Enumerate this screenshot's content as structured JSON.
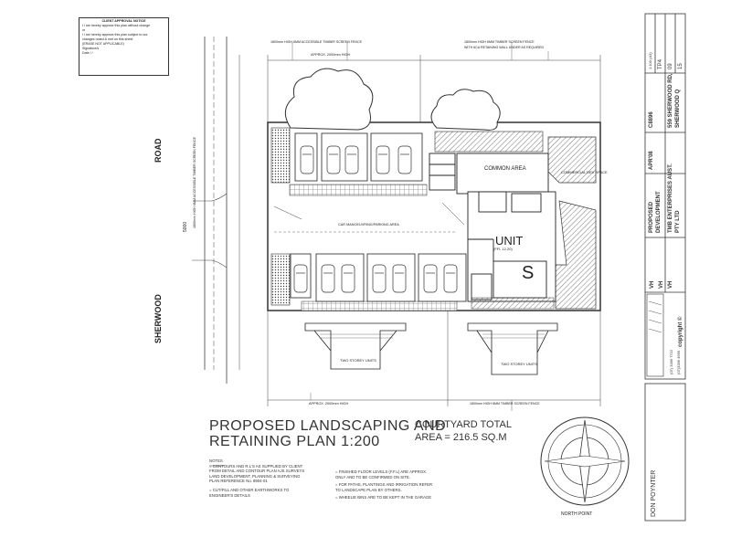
{
  "approval_notice": {
    "title": "CLIENT APPROVAL NOTICE",
    "line1": "I / we hereby approve this plan without change",
    "line1b": "or",
    "line2": "I / we hereby approve this plan subject to our",
    "line3": "changes noted & met on this sheet",
    "line4": "(ERASE NOT APPLICABLE)",
    "signature": "Signature/s",
    "date": "Date  /  /"
  },
  "road_labels": {
    "road": "ROAD",
    "sherwood": "SHERWOOD"
  },
  "units": {
    "unit_label": "UNIT",
    "unit_sub": "(FFL 12.20)",
    "s_label": "S"
  },
  "area_labels": {
    "common_area": "COMMON AREA",
    "commercial_space": "COMMERCIAL DEV SPACE",
    "two_storey_a": "TWO STOREY UNITS",
    "two_storey_b": "TWO STOREY UNITS"
  },
  "annotations": {
    "top_dim": "APPROX. 2000mm HIGH",
    "top_fence_a": "1800mm HIGH 6MM ACCESSIBLE TIMBER SCREEN FENCE",
    "top_fence_b": "1800mm HIGH 6MM TIMBER SCREEN FENCE",
    "top_fence_c": "WITH 6CA RETAINING WALL UNDER AS REQUIRED",
    "bottom_dim": "APPROX. 2000mm HIGH",
    "bottom_fence": "1800mm HIGH 6MM TIMBER SCREEN FENCE",
    "left_fence": "1800mm HIGH 6MM ACCESSIBLE TIMBER SCREEN FENCE",
    "driveway": "CAR MANOEUVRING/PARKING AREA",
    "kerb": "5000"
  },
  "title_block": {
    "address_line1": "559 SHERWOOD RD,",
    "address_line2": "SHERWOOD Q",
    "client_line1": "TMB ENTERPRISES AUST.",
    "client_line2": "PTY LTD",
    "project_line1": "PROPOSED",
    "project_line2": "DEVELOPMENT",
    "job_no": "C8896",
    "issue_date": "APR'08",
    "scale": "1:100 (A3)",
    "sheet": "TP4",
    "sheet_of": "09",
    "total": "15",
    "drawn": "VH",
    "checked": "VH",
    "approved": "VH",
    "copyright": "copyright ©",
    "company": "DON POYNTER",
    "phone": "(07) 3286 7722",
    "fax": "(07)3286 4999"
  },
  "plan_title": {
    "line1": "PROPOSED LANDSCAPING AND",
    "line2": "RETAINING PLAN 1:200"
  },
  "courtyard": {
    "line1": "COURTYARD TOTAL",
    "line2": "AREA = 216.5 SQ.M"
  },
  "notes": {
    "heading": "NOTES",
    "n1a": "= CONTOURS AND R.L'S AS SUPPLIED BY CLIENT",
    "n1b": "FROM DETAIL AND CONTOUR PLAN AJS SURVEYS",
    "n1c": "LAND DEVELOPMENT, PLANNING & SURVEYING",
    "n1d": "PLAN REFERENCE No. 8904-01",
    "n2a": "= CUT/FILL AND OTHER EARTHWORKS TO",
    "n2b": "ENGINEER'S DETAILS",
    "n3a": "= FINISHED FLOOR LEVELS (F.F.L) ARE APPROX.",
    "n3b": "ONLY AND TO BE CONFIRMED ON SITE.",
    "n4a": "= FOR PATHS, PLANTINGS AND IRRIGATION REFER",
    "n4b": "TO LANDSCAPE PLAN BY OTHERS.",
    "n5": "= WHEELIE BINS ARE TO BE KEPT IN THE GARAGE"
  },
  "north": {
    "label": "NORTH POINT"
  }
}
